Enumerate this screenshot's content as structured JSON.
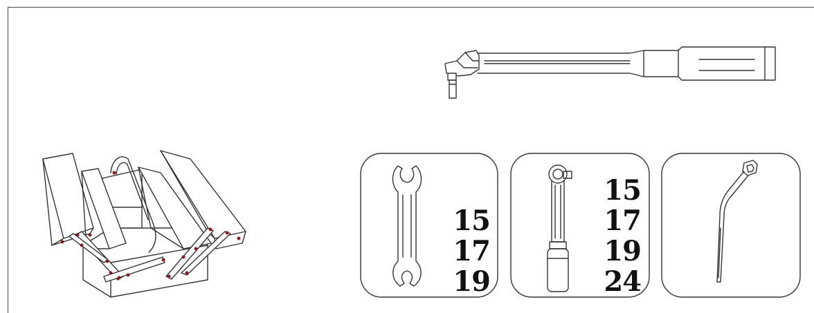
{
  "colors": {
    "line": "#333333",
    "accent": "#8b1c1c",
    "frame": "#4a4a4a"
  },
  "icons": [
    "toolbox-icon",
    "torque-wrench-icon",
    "open-end-wrench-icon",
    "ratchet-socket-icon",
    "l-socket-wrench-icon"
  ],
  "panels": {
    "open_end_wrench": {
      "sizes": [
        "15",
        "17",
        "19"
      ]
    },
    "ratchet_socket": {
      "sizes": [
        "15",
        "17",
        "19",
        "24"
      ]
    }
  }
}
